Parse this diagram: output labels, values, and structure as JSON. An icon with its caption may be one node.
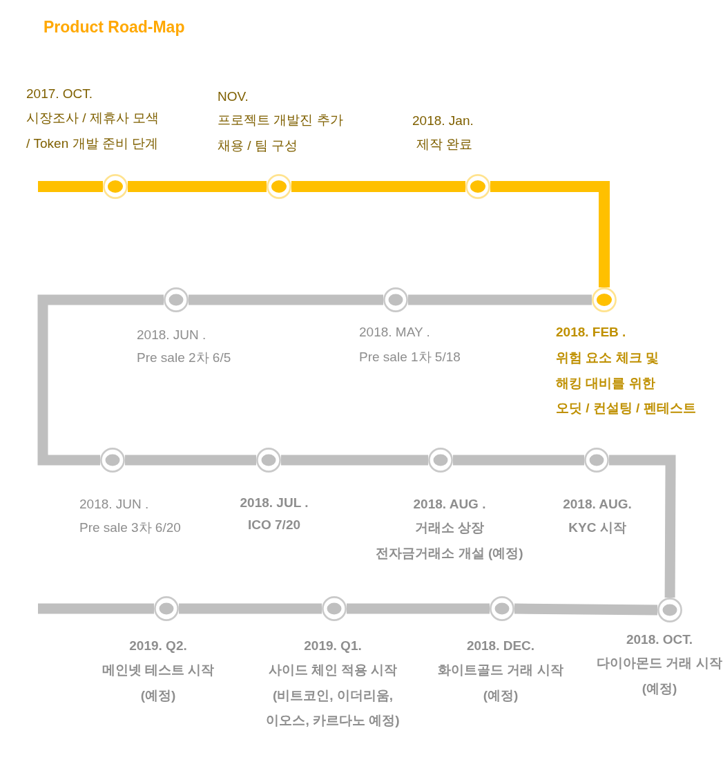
{
  "diagram": {
    "title": "Product Road-Map",
    "nodes": [
      {
        "text": [],
        "shape": "circle",
        "beside": [
          "2017. OCT.",
          "시장조사 / 제휴사 모색 / Token 개발 준비 단계"
        ]
      },
      {
        "text": [],
        "shape": "circle",
        "beside": [
          "NOV.",
          "프로젝트 개발진 추가 채용 / 팀 구성"
        ]
      },
      {
        "text": [],
        "shape": "circle",
        "beside": [
          "2018. Jan.",
          "제작 완료"
        ]
      },
      {
        "text": [],
        "shape": "circle",
        "beside": [
          "2018. FEB .",
          "위험 요소 체크 및 해킹 대비를 위한 오딧 / 컨설팅 / 펜테스트"
        ]
      },
      {
        "text": [],
        "shape": "circle",
        "beside": [
          "2018. MAY .",
          "Pre sale 1차 5/18"
        ]
      },
      {
        "text": [],
        "shape": "circle",
        "beside": [
          "2018. JUN .",
          "Pre sale 2차 6/5"
        ]
      },
      {
        "text": [],
        "shape": "circle",
        "beside": [
          "2018. JUN .",
          "Pre sale 3차 6/20"
        ]
      },
      {
        "text": [],
        "shape": "circle",
        "beside": [
          "2018. JUL .",
          "ICO 7/20"
        ]
      },
      {
        "text": [],
        "shape": "circle",
        "beside": [
          "2018. AUG .",
          "거래소 상장 전자금거래소 개설 (예정)"
        ]
      },
      {
        "text": [],
        "shape": "circle",
        "beside": [
          "2018. AUG.",
          "KYC 시작"
        ]
      },
      {
        "text": [],
        "shape": "circle",
        "beside": [
          "2018. OCT.",
          "다이아몬드 거래 시작 (예정)"
        ]
      },
      {
        "text": [],
        "shape": "circle",
        "beside": [
          "2018. DEC.",
          "화이트골드 거래 시작 (예정)"
        ]
      },
      {
        "text": [],
        "shape": "circle",
        "beside": [
          "2019. Q1.",
          "사이드 체인 적용 시작 (비트코인, 이더리움, 이오스, 카르다노 예정)"
        ]
      },
      {
        "text": [],
        "shape": "circle",
        "beside": [
          "2019. Q2.",
          "메인넷 테스트 시작 (예정)"
        ]
      }
    ],
    "edges": [
      {
        "from": null,
        "to": 0,
        "arrow": "none",
        "color": "#ffc000"
      },
      {
        "from": 0,
        "to": 1,
        "arrow": "none",
        "color": "#ffc000"
      },
      {
        "from": 1,
        "to": 2,
        "arrow": "none",
        "color": "#ffc000"
      },
      {
        "from": 2,
        "to": 3,
        "arrow": "none",
        "color": "#ffc000"
      },
      {
        "from": 3,
        "to": 4,
        "arrow": "none"
      },
      {
        "from": 4,
        "to": 5,
        "arrow": "none"
      },
      {
        "from": 5,
        "to": 6,
        "arrow": "none"
      },
      {
        "from": 6,
        "to": 7,
        "arrow": "none"
      },
      {
        "from": 7,
        "to": 8,
        "arrow": "none"
      },
      {
        "from": 8,
        "to": 9,
        "arrow": "none"
      },
      {
        "from": 9,
        "to": 10,
        "arrow": "none"
      },
      {
        "from": 10,
        "to": 11,
        "arrow": "none"
      },
      {
        "from": 11,
        "to": 12,
        "arrow": "none"
      },
      {
        "from": 12,
        "to": 13,
        "arrow": "none"
      },
      {
        "from": 13,
        "to": null,
        "arrow": "none"
      }
    ]
  }
}
